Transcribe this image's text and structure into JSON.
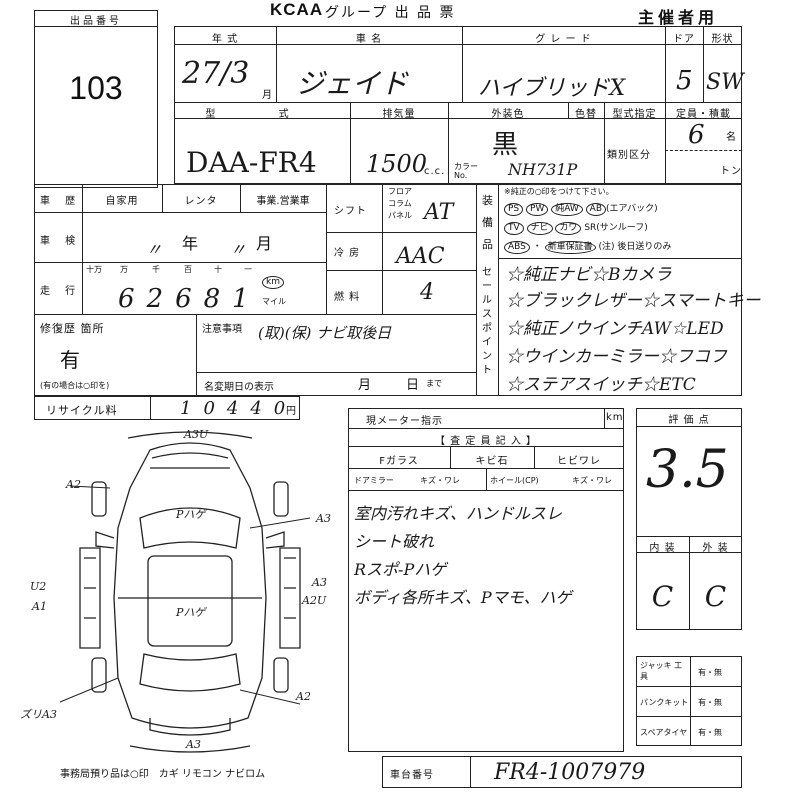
{
  "header": {
    "lot_label": "出品番号",
    "lot_number": "103",
    "brand": "KCAA",
    "title": "グループ 出 品 票",
    "organizer": "主催者用"
  },
  "vehicle": {
    "year_label": "年 式",
    "year_value": "27/3",
    "year_suffix": "月",
    "name_label": "車 名",
    "name_value": "ジェイド",
    "grade_label": "グ レ ー ド",
    "grade_value": "ハイブリッドX",
    "doors_label": "ドア",
    "doors_value": "5",
    "body_label": "形状",
    "body_value": "SW",
    "model_label": "型 式",
    "model_value": "DAA-FR4",
    "displacement_label": "排気量",
    "displacement_value": "1500",
    "displacement_unit": "c.c.",
    "exterior_color_label": "外装色",
    "exterior_color_value": "黒",
    "color_number_label": "色替",
    "color_code_label": "カラー No.",
    "color_code_value": "NH731P",
    "type_designation_label": "型式指定",
    "category_label": "類別区分",
    "capacity_label": "定員・積載",
    "capacity_value": "6",
    "capacity_unit": "名",
    "load_unit": "トン"
  },
  "history": {
    "label": "車 歴",
    "options": [
      "自家用",
      "レンタ",
      "事業.営業車"
    ],
    "inspection_label": "車 検",
    "inspection_year_unit": "年",
    "inspection_month_unit": "月",
    "mileage_label": "走 行",
    "mileage_digits_labels": [
      "十万",
      "万",
      "千",
      "百",
      "十",
      "一"
    ],
    "mileage_value": "62681",
    "km_label": "km",
    "mile_label": "マイル"
  },
  "specs": {
    "shift_label": "シフト",
    "shift_sub": [
      "フロア",
      "コラム",
      "パネル"
    ],
    "shift_value": "AT",
    "ac_label": "冷 房",
    "ac_value": "AAC",
    "fuel_label": "燃 料",
    "fuel_value": "4"
  },
  "equipment": {
    "label": "装備品",
    "note": "※純正の○印をつけて下さい。",
    "row1": [
      "PS",
      "PW",
      "純AW",
      "AB",
      "(エアバック)"
    ],
    "row2": [
      "TV",
      "ナビ",
      "カワ",
      "SR(サンルーフ)"
    ],
    "row3": [
      "ABS",
      "・",
      "新車保証書",
      "(注) 後日送りのみ"
    ]
  },
  "sales_points": {
    "label": "セールスポイント",
    "lines": [
      "☆純正ナビ☆Bカメラ",
      "☆ブラックレザー☆スマートキー",
      "☆純正ノウインチAW☆LED",
      "☆ウインカーミラー☆フコフ",
      "☆ステアスイッチ☆ETC"
    ]
  },
  "repair": {
    "label": "修復歴 箇所",
    "value": "有",
    "note": "(有の場合は○印を)",
    "caution_label": "注意事項",
    "caution_value": "(取)(保) ナビ取後日",
    "expiry_label": "名変期日の表示",
    "expiry_month": "月",
    "expiry_day": "日",
    "expiry_suffix": "まで"
  },
  "recycle": {
    "label": "リサイクル料",
    "value": "10440",
    "unit": "円"
  },
  "inspector": {
    "meter_label": "現メーター指示",
    "meter_unit": "km",
    "header": "【 査 定 員 記 入 】",
    "glass_label": "Fガラス",
    "chip_label": "キビ石",
    "crack_label": "ヒビワレ",
    "mirror_label": "ドアミラー",
    "mirror_options": "キズ・ワレ",
    "wheel_label": "ホイール(CP)",
    "wheel_options": "キズ・ワレ",
    "notes": [
      "室内汚れキズ、ハンドルスレ",
      "シート破れ",
      "Rスポ-Pハゲ",
      "ボディ各所キズ、Pマモ、ハゲ"
    ]
  },
  "score": {
    "label": "評 価 点",
    "value": "3.5",
    "interior_label": "内 装",
    "exterior_label": "外 装",
    "interior_value": "C",
    "exterior_value": "C"
  },
  "accessories": {
    "jack_label": "ジャッキ 工 具",
    "jack_value": "有・無",
    "puncture_label": "パンクキット",
    "puncture_value": "有・無",
    "spare_label": "スペアタイヤ",
    "spare_value": "有・無"
  },
  "diagram": {
    "marks": [
      "A3U",
      "A2",
      "A3",
      "U2",
      "A1",
      "A2U",
      "A3",
      "ズリA3",
      "A2",
      "A3"
    ],
    "paint_marks": [
      "Pハゲ",
      "Pハゲ"
    ]
  },
  "footer": {
    "office_items": "事務局預り品は○印　カギ リモコン ナビロム",
    "chassis_label": "車台番号",
    "chassis_value": "FR4-1007979"
  }
}
